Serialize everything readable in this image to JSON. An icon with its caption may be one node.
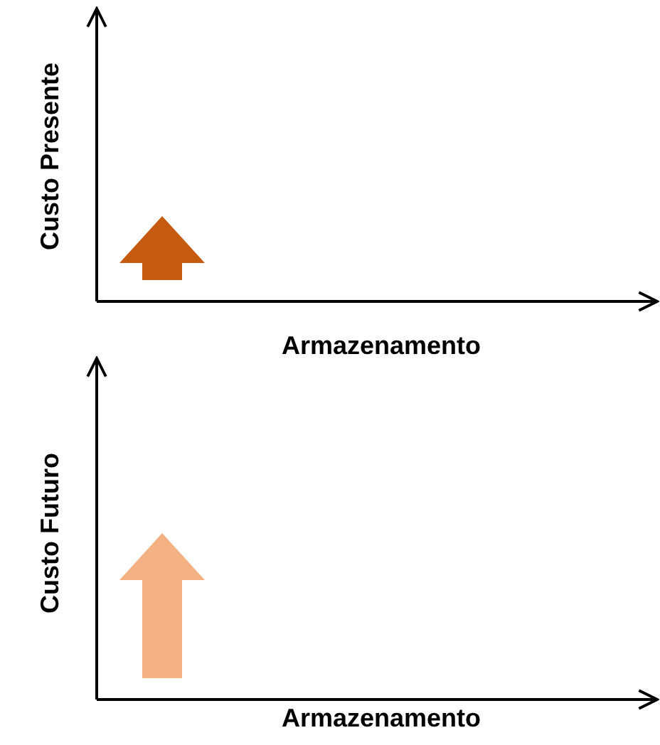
{
  "diagram": {
    "labels": [
      "Custo Presente",
      "Armazenamento",
      "Custo Futuro",
      "Armazenamento"
    ]
  }
}
